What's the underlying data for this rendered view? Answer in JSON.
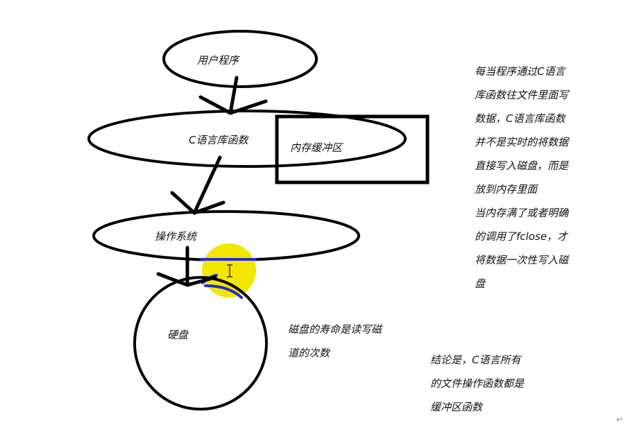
{
  "diagram": {
    "nodes": {
      "user_program": "用户程序",
      "c_library": "C语言库函数",
      "memory_buffer": "内存缓冲区",
      "operating_system": "操作系统",
      "hard_disk": "硬盘"
    },
    "notes": {
      "buffer_explanation": [
        "每当程序通过C语言",
        "库函数往文件里面写",
        "数据，C语言库函数",
        "并不是实时的将数据",
        "直接写入磁盘，而是",
        "放到内存里面",
        "当内存满了或者明确",
        "的调用了fclose，才",
        "将数据一次性写入磁",
        "盘"
      ],
      "disk_lifespan": [
        "磁盘的寿命是读写磁",
        "道的次数"
      ],
      "conclusion": [
        "结论是，C语言所有",
        "的文件操作函数都是",
        "缓冲区函数"
      ]
    },
    "colors": {
      "stroke": "#000000",
      "highlight": "#f3e600",
      "annotation": "#1e2bd6"
    }
  },
  "return_mark": "↵"
}
